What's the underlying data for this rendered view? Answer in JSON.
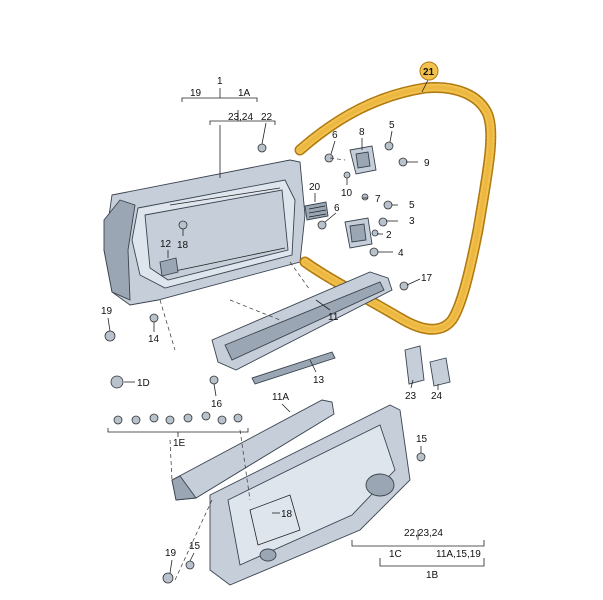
{
  "callouts": {
    "c1": "1",
    "c19a": "19",
    "c1A": "1A",
    "c2324": "23,24",
    "c22": "22",
    "c21": "21",
    "c6a": "6",
    "c8": "8",
    "c5a": "5",
    "c9": "9",
    "c20": "20",
    "c10": "10",
    "c7": "7",
    "c6b": "6",
    "c5b": "5",
    "c3": "3",
    "c2": "2",
    "c4": "4",
    "c18a": "18",
    "c12": "12",
    "c17": "17",
    "c11": "11",
    "c19b": "19",
    "c14": "14",
    "c13": "13",
    "c1D": "1D",
    "c16": "16",
    "c23": "23",
    "c24": "24",
    "c11A": "11A",
    "c1E": "1E",
    "c15a": "15",
    "c18b": "18",
    "c222324": "22,23,24",
    "c1C": "1C",
    "c11A1519": "11A,15,19",
    "c1B": "1B",
    "c19c": "19",
    "c15b": "15"
  },
  "colors": {
    "highlight_fill": "#f2c14e",
    "highlight_stroke": "#b07a10",
    "part_fill": "#c6cfd9",
    "outline": "#3a4450"
  }
}
